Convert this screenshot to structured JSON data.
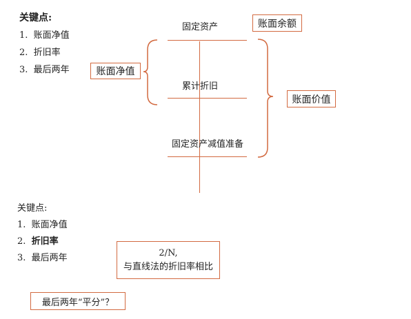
{
  "top_section": {
    "heading": "关键点:",
    "items": [
      {
        "num": "1.",
        "text": "账面净值"
      },
      {
        "num": "2.",
        "text": "折旧率"
      },
      {
        "num": "3.",
        "text": "最后两年"
      }
    ]
  },
  "diagram": {
    "row1_label": "固定资产",
    "row2_label": "累计折旧",
    "row3_label": "固定资产减值准备",
    "box_book_balance": "账面余额",
    "box_net_value": "账面净值",
    "box_book_value": "账面价值"
  },
  "bottom_section": {
    "heading": "关键点:",
    "items": [
      {
        "num": "1.",
        "text": "账面净值"
      },
      {
        "num": "2.",
        "text": "折旧率"
      },
      {
        "num": "3.",
        "text": "最后两年"
      }
    ],
    "note_line1": "2/N,",
    "note_line2": "与直线法的折旧率相比",
    "question": "最后两年“平分”？"
  },
  "colors": {
    "accent": "#d2693f",
    "text": "#222222"
  }
}
